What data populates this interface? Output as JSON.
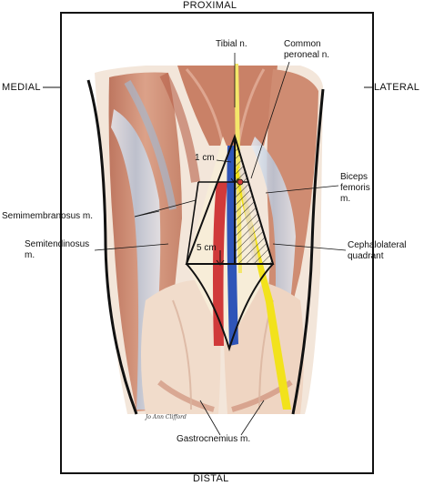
{
  "frame": {
    "top": "PROXIMAL",
    "bottom": "DISTAL",
    "left": "MEDIAL",
    "right": "LATERAL"
  },
  "labels": {
    "tibial_nerve": "Tibial n.",
    "common_peroneal_line1": "Common",
    "common_peroneal_line2": "peroneal n.",
    "one_cm": "1 cm",
    "biceps_line1": "Biceps",
    "biceps_line2": "femoris",
    "biceps_line3": "m.",
    "semimembranosus": "Semimembranosus m.",
    "semitendinosus_line1": "Semitendinosus",
    "semitendinosus_line2": "m.",
    "five_cm": "5 cm",
    "cephalolateral_line1": "Cephalolateral",
    "cephalolateral_line2": "quadrant",
    "gastrocnemius": "Gastrocnemius m."
  },
  "signature": "Jo Ann Clifford",
  "colors": {
    "muscle": "#c8826a",
    "tendon": "#cfd8e4",
    "artery": "#d03a3a",
    "vein": "#2f55b8",
    "nerve_peroneal": "#f2e21c",
    "fat": "#f6ead8"
  }
}
